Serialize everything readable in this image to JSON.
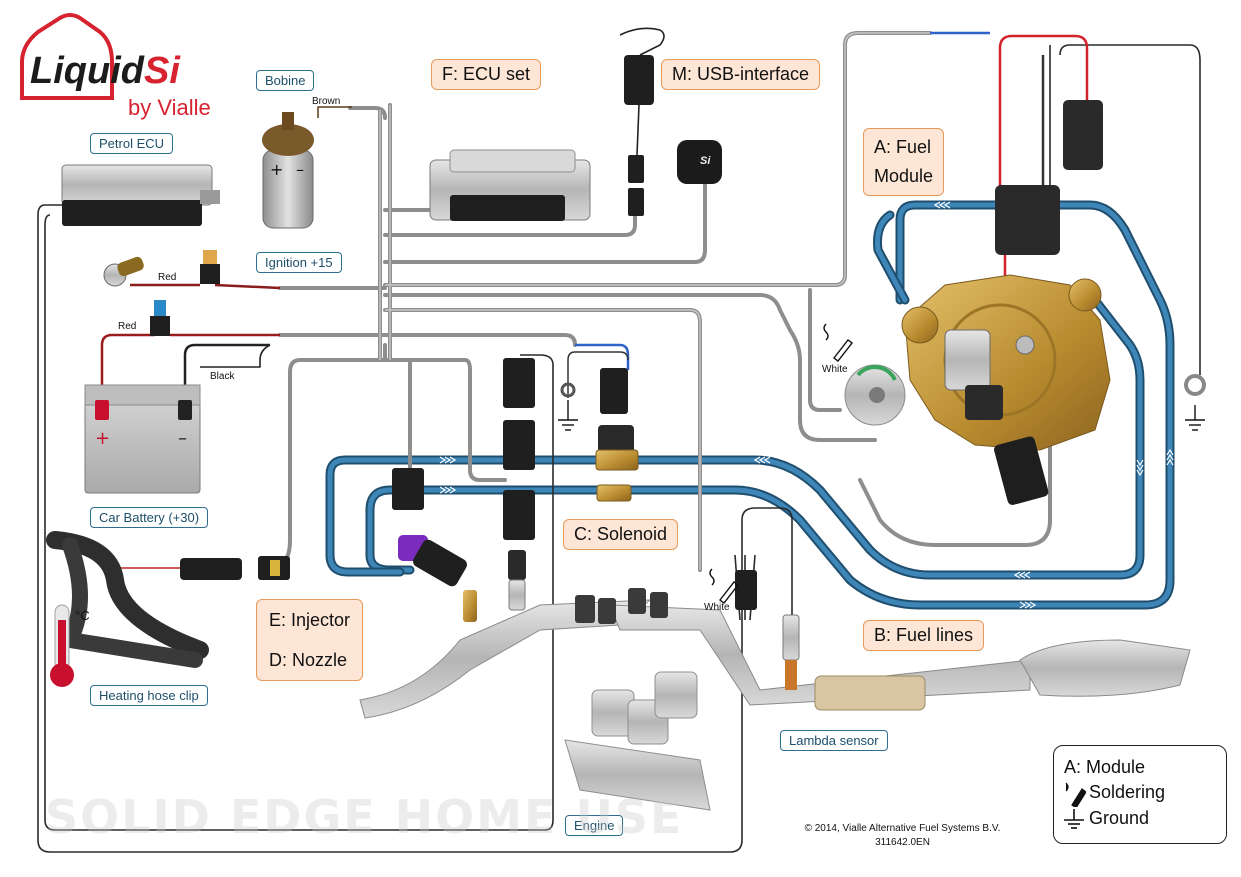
{
  "logo": {
    "brand_main": "Liquid",
    "brand_accent": "Si",
    "byline": "by Vialle",
    "brand_color": "#d6232f"
  },
  "components": {
    "petrol_ecu": "Petrol ECU",
    "bobine": "Bobine",
    "ignition": "Ignition +15",
    "car_battery": "Car Battery (+30)",
    "heating_hose_clip": "Heating hose clip",
    "lambda_sensor": "Lambda sensor",
    "engine": "Engine"
  },
  "sections": {
    "ecu_set": "F: ECU set",
    "usb_interface": "M: USB-interface",
    "fuel_module_line1": "A: Fuel",
    "fuel_module_line2": "Module",
    "solenoid": "C: Solenoid",
    "injector": "E: Injector",
    "nozzle": "D: Nozzle",
    "fuel_lines": "B: Fuel lines"
  },
  "wire_labels": {
    "brown": "Brown",
    "red_ignition": "Red",
    "red_battery": "Red",
    "black": "Black",
    "white_module": "White",
    "white_lambda": "White",
    "celsius": "°C",
    "ecu_badge": "Si"
  },
  "legend": {
    "module": "A: Module",
    "soldering": "Soldering",
    "ground": "Ground"
  },
  "footer": {
    "copyright": "© 2014, Vialle Alternative Fuel Systems B.V.",
    "doc_number": "311642.0EN",
    "watermark": "SOLID EDGE HOME USE"
  },
  "colors": {
    "fuel_line": "#2d6f9a",
    "wire_gray": "#9a9a9a",
    "wire_dark": "#333333",
    "brass": "#c9a24a",
    "label_orange_bg": "#fde6d6",
    "label_orange_border": "#e79a5a",
    "label_blue_border": "#2e6f8e"
  }
}
